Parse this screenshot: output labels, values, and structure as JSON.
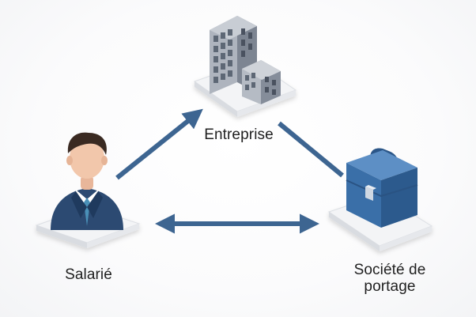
{
  "nodes": {
    "entreprise": {
      "label": "Entreprise",
      "icon": "office-building-icon"
    },
    "salarie": {
      "label": "Salarié",
      "icon": "businessman-avatar-icon"
    },
    "societe": {
      "label": "Société de portage",
      "icon": "briefcase-icon"
    }
  },
  "colors": {
    "arrow": "#3d6591",
    "building": "#8f96a3",
    "briefcase": "#3a6fa8",
    "suit": "#2c4a72",
    "tie": "#4a90b8",
    "platform": "#f2f3f5"
  }
}
